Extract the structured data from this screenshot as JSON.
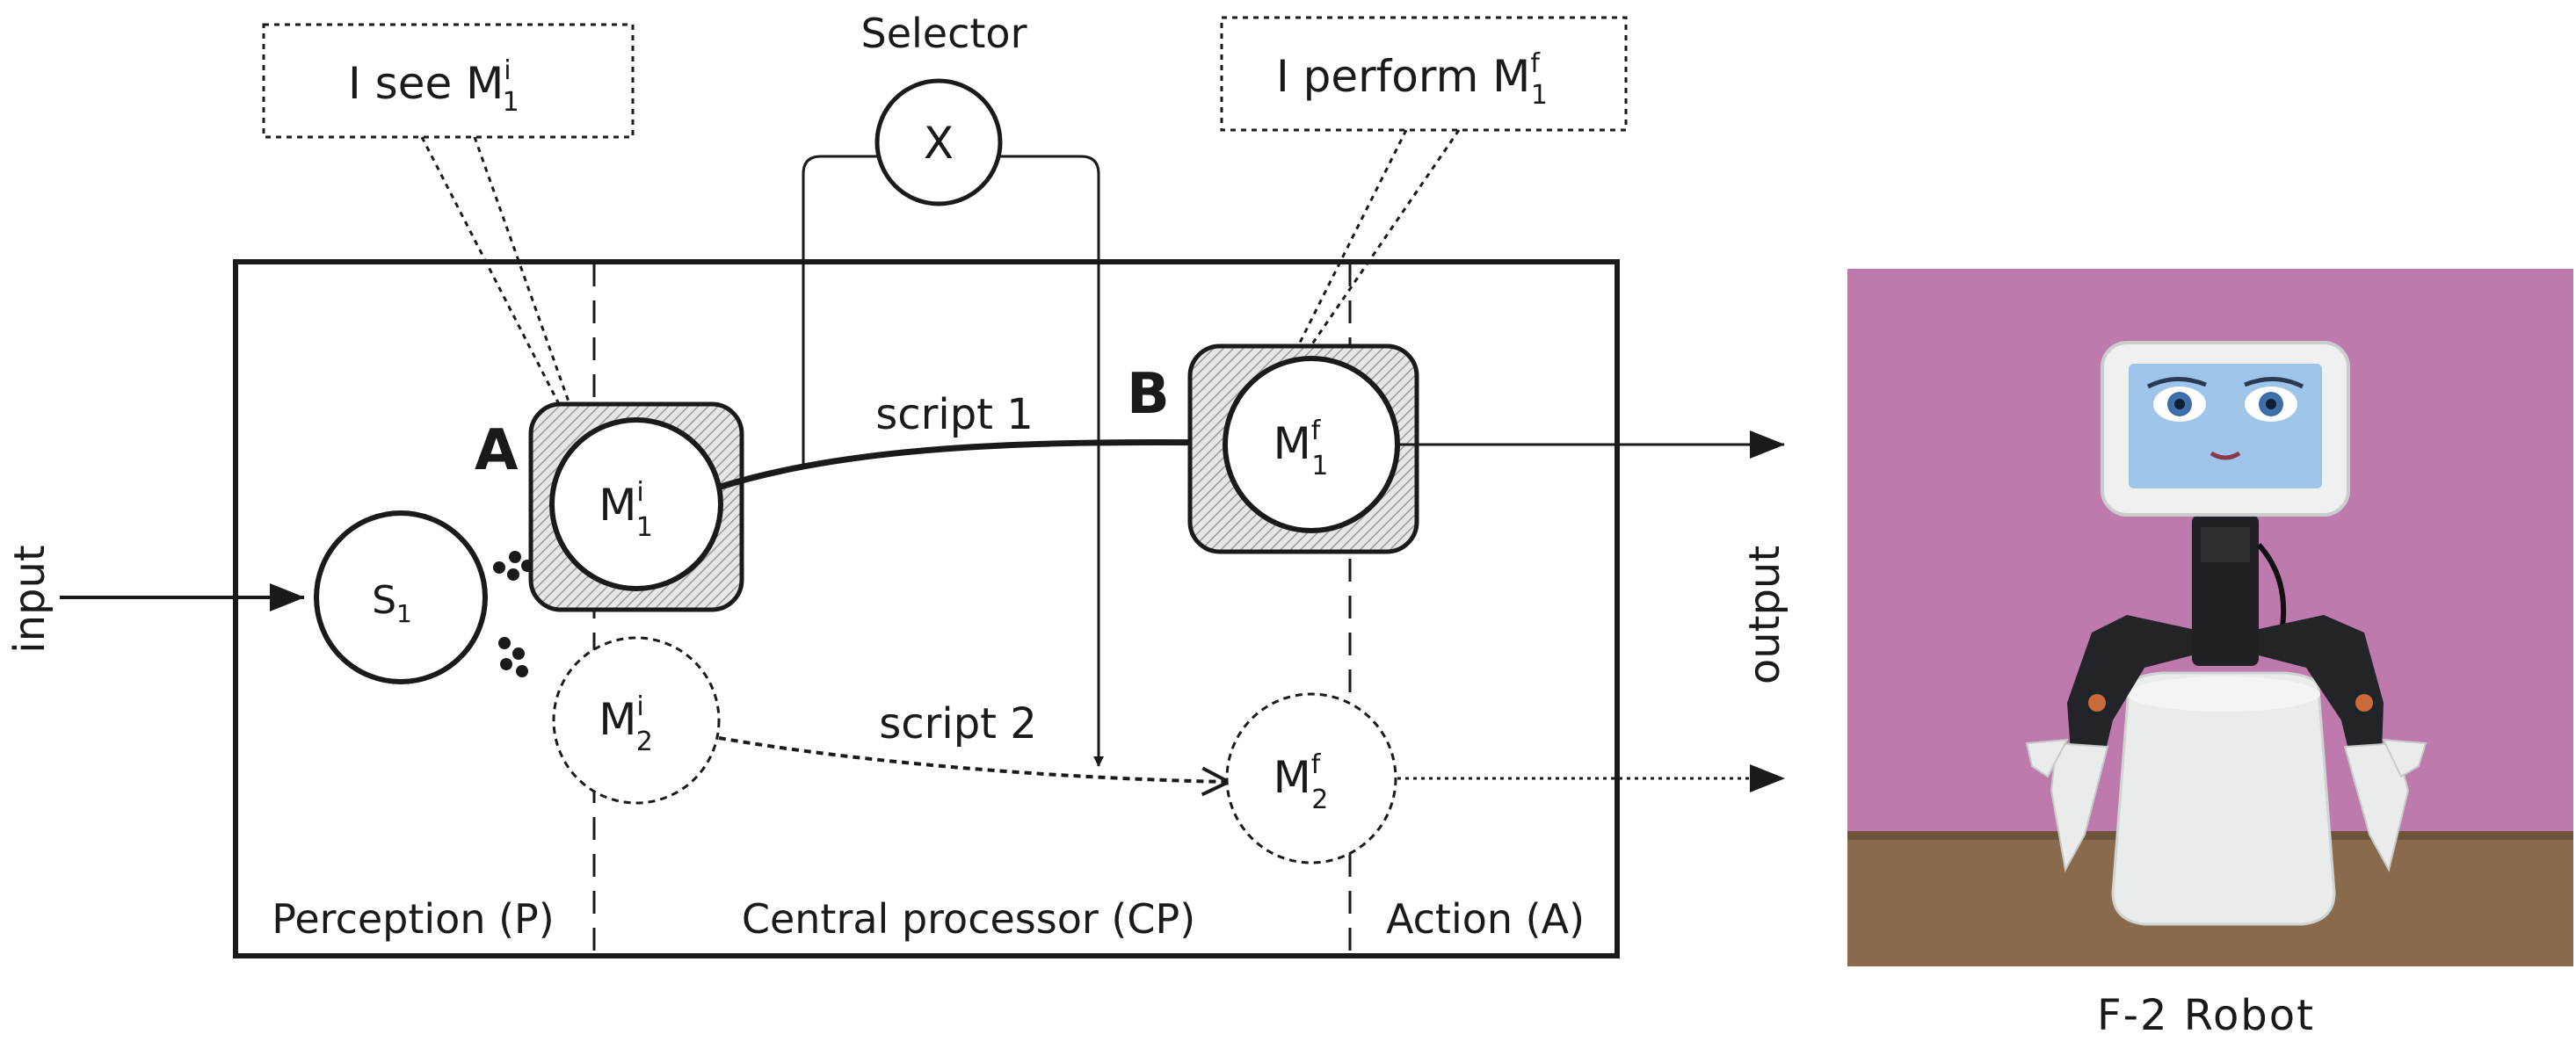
{
  "diagram": {
    "callouts": {
      "see": {
        "text": "I see M",
        "sup": "i",
        "sub": "1"
      },
      "perform": {
        "text": "I perform M",
        "sup": "f",
        "sub": "1"
      }
    },
    "selector": {
      "label": "Selector",
      "symbol": "X"
    },
    "markers": {
      "a": "A",
      "b": "B"
    },
    "nodes": {
      "s1": {
        "base": "S",
        "sub": "1"
      },
      "m1i": {
        "base": "M",
        "sup": "i",
        "sub": "1"
      },
      "m2i": {
        "base": "M",
        "sup": "i",
        "sub": "2"
      },
      "m1f": {
        "base": "M",
        "sup": "f",
        "sub": "1"
      },
      "m2f": {
        "base": "M",
        "sup": "f",
        "sub": "2"
      }
    },
    "scripts": {
      "script1": "script 1",
      "script2": "script 2"
    },
    "io": {
      "input": "input",
      "output": "output"
    },
    "sections": {
      "perception": "Perception (P)",
      "central": "Central processor (CP)",
      "action": "Action (A)"
    }
  },
  "photo": {
    "caption": "F-2 Robot",
    "colors": {
      "wall": "#b86fa6",
      "table": "#8a6a4c",
      "body": "#e8ecea",
      "face": "#9fc4ea"
    }
  }
}
